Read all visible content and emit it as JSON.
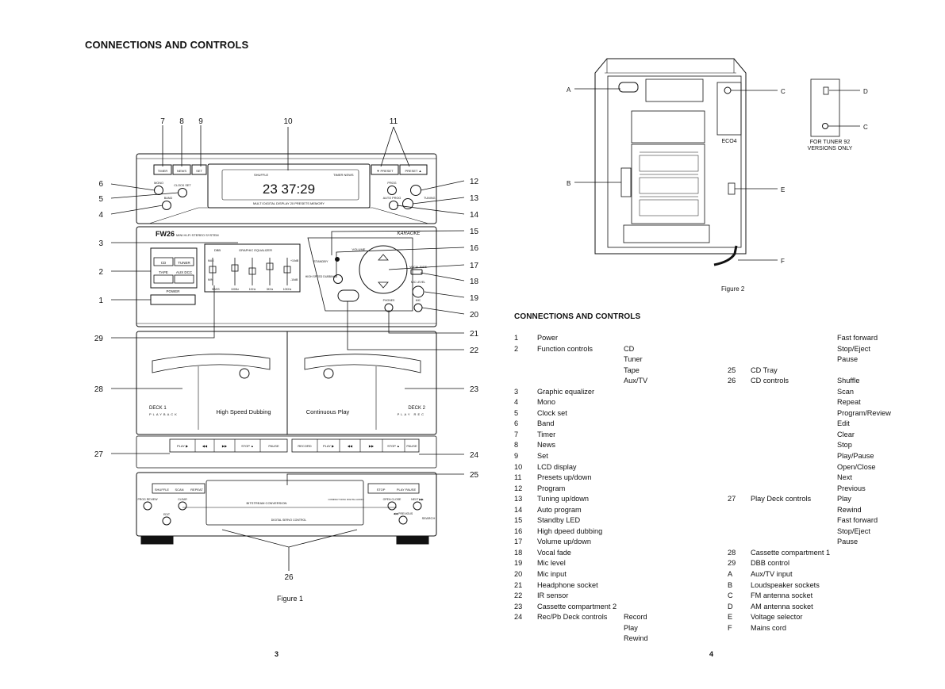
{
  "page_title": "CONNECTIONS AND CONTROLS",
  "section_title": "CONNECTIONS AND CONTROLS",
  "figure1_caption": "Figure 1",
  "figure2_caption": "Figure 2",
  "page_left": "3",
  "page_right": "4",
  "fig1": {
    "callouts_top": [
      "7",
      "8",
      "9",
      "10",
      "11"
    ],
    "callouts_left": [
      "6",
      "5",
      "4",
      "3",
      "2",
      "1",
      "29",
      "28",
      "27"
    ],
    "callouts_right": [
      "12",
      "13",
      "14",
      "15",
      "16",
      "17",
      "18",
      "19",
      "20",
      "21",
      "22",
      "23",
      "24",
      "25"
    ],
    "callout_bottom": "26",
    "top_buttons": [
      "TIMER",
      "NEWS",
      "SET"
    ],
    "preset_down": "▼ PRESET",
    "preset_up": "PRESET ▲",
    "display_shuffle": "SHUFFLE",
    "display_timer_news": "TIMER NEWS",
    "display_digits": "23  37:29",
    "display_caption": "MULTI DIGITAL DISPLAY  20 PRESETS MEMORY",
    "mono": "MONO",
    "clock_set": "CLOCK SET",
    "band": "BAND",
    "prog": "PROG",
    "auto_prog": "AUTO PROG",
    "tuning": "TUNING",
    "model": "FW26",
    "model_sub": "MINI HI-FI STEREO SYSTEM",
    "karaoke": "KARAOKE",
    "function_buttons": [
      "CD",
      "TUNER",
      "TAPE",
      "AUX DCC"
    ],
    "power": "POWER",
    "dbb": "DBB",
    "graphic_eq": "GRAPHIC EQUALIZER",
    "eq_bands": [
      "BASS",
      "100Hz",
      "1KHz",
      "3KHz",
      "10KHz"
    ],
    "eq_max": "MAX",
    "eq_min": "MIN",
    "eq_plus": "+10dB",
    "eq_minus": "-10dB",
    "standby": "STANDBY",
    "high_speed_dubbing_btn": "HIGH SPEED DUBBING",
    "volume": "VOLUME",
    "vocal_fade": "VOCAL FADE",
    "mic_level": "MIC LEVEL",
    "mic": "MIC",
    "phones": "PHONES",
    "deck1": "DECK 1",
    "deck1_sub": "PLAYBACK",
    "deck2": "DECK 2",
    "deck2_sub": "PLAY REC",
    "high_speed_dubbing": "High Speed Dubbing",
    "continuous_play": "Continuous Play",
    "deck1_keys": [
      "PLAY ▶",
      "◀◀",
      "▶▶",
      "STOP ▲",
      "PAUSE"
    ],
    "deck2_keys": [
      "RECORD",
      "PLAY ▶",
      "◀◀",
      "▶▶",
      "STOP ▲",
      "PAUSE"
    ],
    "cd_left_keys": [
      "SHUFFLE",
      "SCAN",
      "REPEAT"
    ],
    "cd_right_keys": [
      "STOP",
      "PLAY PAUSE"
    ],
    "prog_review": "PROG REVIEW",
    "clear": "CLEAR",
    "edit": "EDIT",
    "open_close": "OPEN CLOSE",
    "next": "NEXT ▶▶",
    "previous": "◀◀ PREVIOUS",
    "search": "SEARCH",
    "bitstream": "BITSTREAM CONVERSION",
    "compact_disc": "COMPACT DISC DIGITAL AUDIO",
    "digital_servo": "DIGITAL SERVO CONTROL"
  },
  "fig2": {
    "labels": [
      "A",
      "B",
      "C",
      "D",
      "C",
      "E",
      "F"
    ],
    "eco": "ECO4",
    "tuner_note": "FOR TUNER 92 VERSIONS ONLY"
  },
  "legend_col1": [
    {
      "n": "1",
      "label": "Power",
      "sub": ""
    },
    {
      "n": "2",
      "label": "Function controls",
      "sub": "CD"
    },
    {
      "n": "",
      "label": "",
      "sub": "Tuner"
    },
    {
      "n": "",
      "label": "",
      "sub": "Tape"
    },
    {
      "n": "",
      "label": "",
      "sub": "Aux/TV"
    },
    {
      "n": "3",
      "label": "Graphic equalizer",
      "sub": ""
    },
    {
      "n": "4",
      "label": "Mono",
      "sub": ""
    },
    {
      "n": "5",
      "label": "Clock set",
      "sub": ""
    },
    {
      "n": "6",
      "label": "Band",
      "sub": ""
    },
    {
      "n": "7",
      "label": "Timer",
      "sub": ""
    },
    {
      "n": "8",
      "label": "News",
      "sub": ""
    },
    {
      "n": "9",
      "label": "Set",
      "sub": ""
    },
    {
      "n": "10",
      "label": "LCD display",
      "sub": ""
    },
    {
      "n": "11",
      "label": "Presets up/down",
      "sub": ""
    },
    {
      "n": "12",
      "label": "Program",
      "sub": ""
    },
    {
      "n": "13",
      "label": "Tuning up/down",
      "sub": ""
    },
    {
      "n": "14",
      "label": "Auto program",
      "sub": ""
    },
    {
      "n": "15",
      "label": "Standby LED",
      "sub": ""
    },
    {
      "n": "16",
      "label": "High dpeed dubbing",
      "sub": ""
    },
    {
      "n": "17",
      "label": "Volume up/down",
      "sub": ""
    },
    {
      "n": "18",
      "label": "Vocal fade",
      "sub": ""
    },
    {
      "n": "19",
      "label": "Mic level",
      "sub": ""
    },
    {
      "n": "20",
      "label": "Mic input",
      "sub": ""
    },
    {
      "n": "21",
      "label": "Headphone socket",
      "sub": ""
    },
    {
      "n": "22",
      "label": "IR sensor",
      "sub": ""
    },
    {
      "n": "23",
      "label": "Cassette compartment 2",
      "sub": ""
    },
    {
      "n": "24",
      "label": "Rec/Pb Deck controls",
      "sub": "Record"
    },
    {
      "n": "",
      "label": "",
      "sub": "Play"
    },
    {
      "n": "",
      "label": "",
      "sub": "Rewind"
    }
  ],
  "legend_col2": [
    {
      "n": "",
      "label": "",
      "sub": "Fast forward"
    },
    {
      "n": "",
      "label": "",
      "sub": "Stop/Eject"
    },
    {
      "n": "",
      "label": "",
      "sub": "Pause"
    },
    {
      "n": "25",
      "label": "CD Tray",
      "sub": ""
    },
    {
      "n": "26",
      "label": "CD controls",
      "sub": "Shuffle"
    },
    {
      "n": "",
      "label": "",
      "sub": "Scan"
    },
    {
      "n": "",
      "label": "",
      "sub": "Repeat"
    },
    {
      "n": "",
      "label": "",
      "sub": "Program/Review"
    },
    {
      "n": "",
      "label": "",
      "sub": "Edit"
    },
    {
      "n": "",
      "label": "",
      "sub": "Clear"
    },
    {
      "n": "",
      "label": "",
      "sub": "Stop"
    },
    {
      "n": "",
      "label": "",
      "sub": "Play/Pause"
    },
    {
      "n": "",
      "label": "",
      "sub": "Open/Close"
    },
    {
      "n": "",
      "label": "",
      "sub": "Next"
    },
    {
      "n": "",
      "label": "",
      "sub": "Previous"
    },
    {
      "n": "27",
      "label": "Play Deck controls",
      "sub": "Play"
    },
    {
      "n": "",
      "label": "",
      "sub": "Rewind"
    },
    {
      "n": "",
      "label": "",
      "sub": "Fast forward"
    },
    {
      "n": "",
      "label": "",
      "sub": "Stop/Eject"
    },
    {
      "n": "",
      "label": "",
      "sub": "Pause"
    },
    {
      "n": "28",
      "label": "Cassette compartment 1",
      "sub": ""
    },
    {
      "n": "29",
      "label": "DBB control",
      "sub": ""
    },
    {
      "n": "A",
      "label": "Aux/TV input",
      "sub": ""
    },
    {
      "n": "B",
      "label": "Loudspeaker sockets",
      "sub": ""
    },
    {
      "n": "C",
      "label": "FM antenna socket",
      "sub": ""
    },
    {
      "n": "D",
      "label": "AM antenna socket",
      "sub": ""
    },
    {
      "n": "E",
      "label": "Voltage selector",
      "sub": ""
    },
    {
      "n": "F",
      "label": "Mains cord",
      "sub": ""
    }
  ]
}
